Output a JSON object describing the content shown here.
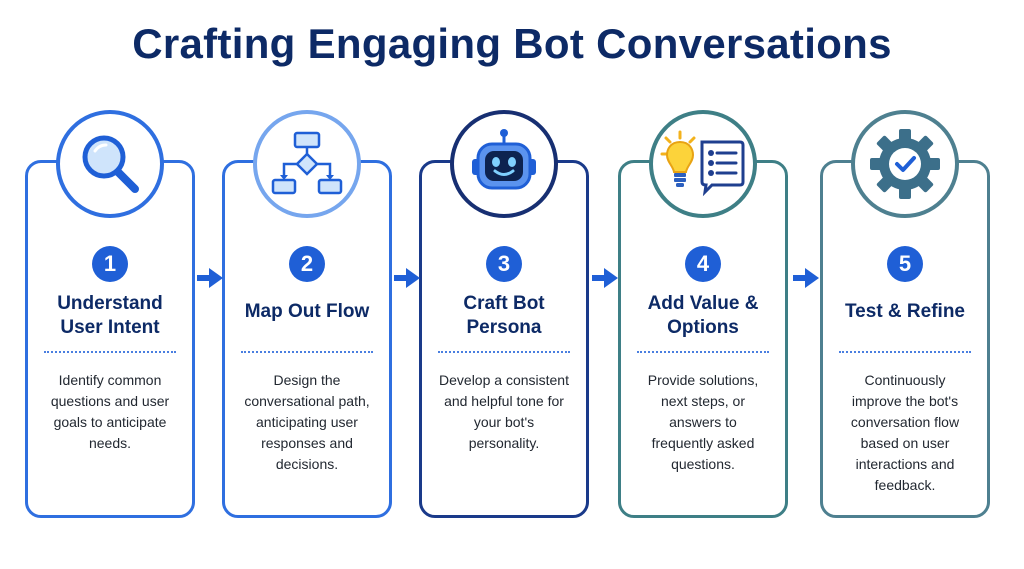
{
  "title": "Crafting Engaging Bot Conversations",
  "steps": [
    {
      "number": "1",
      "title_lines": [
        "Understand",
        "User Intent"
      ],
      "desc_lines": [
        "Identify common",
        "questions and user",
        "goals to anticipate",
        "needs."
      ],
      "icon": "magnifying-glass-icon"
    },
    {
      "number": "2",
      "title_lines": [
        "Map Out Flow"
      ],
      "desc_lines": [
        "Design the",
        "conversational path,",
        "anticipating user",
        "responses and",
        "decisions."
      ],
      "icon": "flowchart-icon"
    },
    {
      "number": "3",
      "title_lines": [
        "Craft Bot",
        "Persona"
      ],
      "desc_lines": [
        "Develop a consistent",
        "and helpful tone for",
        "your bot's",
        "personality."
      ],
      "icon": "robot-face-icon"
    },
    {
      "number": "4",
      "title_lines": [
        "Add Value &",
        "Options"
      ],
      "desc_lines": [
        "Provide solutions,",
        "next steps, or",
        "answers to",
        "frequently asked",
        "questions."
      ],
      "icon": "lightbulb-checklist-icon"
    },
    {
      "number": "5",
      "title_lines": [
        "Test & Refine"
      ],
      "desc_lines": [
        "Continuously",
        "improve the bot's",
        "conversation flow",
        "based on user",
        "interactions and",
        "feedback."
      ],
      "icon": "gear-check-icon"
    }
  ],
  "colors": {
    "title": "#0d2a66",
    "accent": "#1f5fd6",
    "card_border": "#2f6fe0"
  }
}
